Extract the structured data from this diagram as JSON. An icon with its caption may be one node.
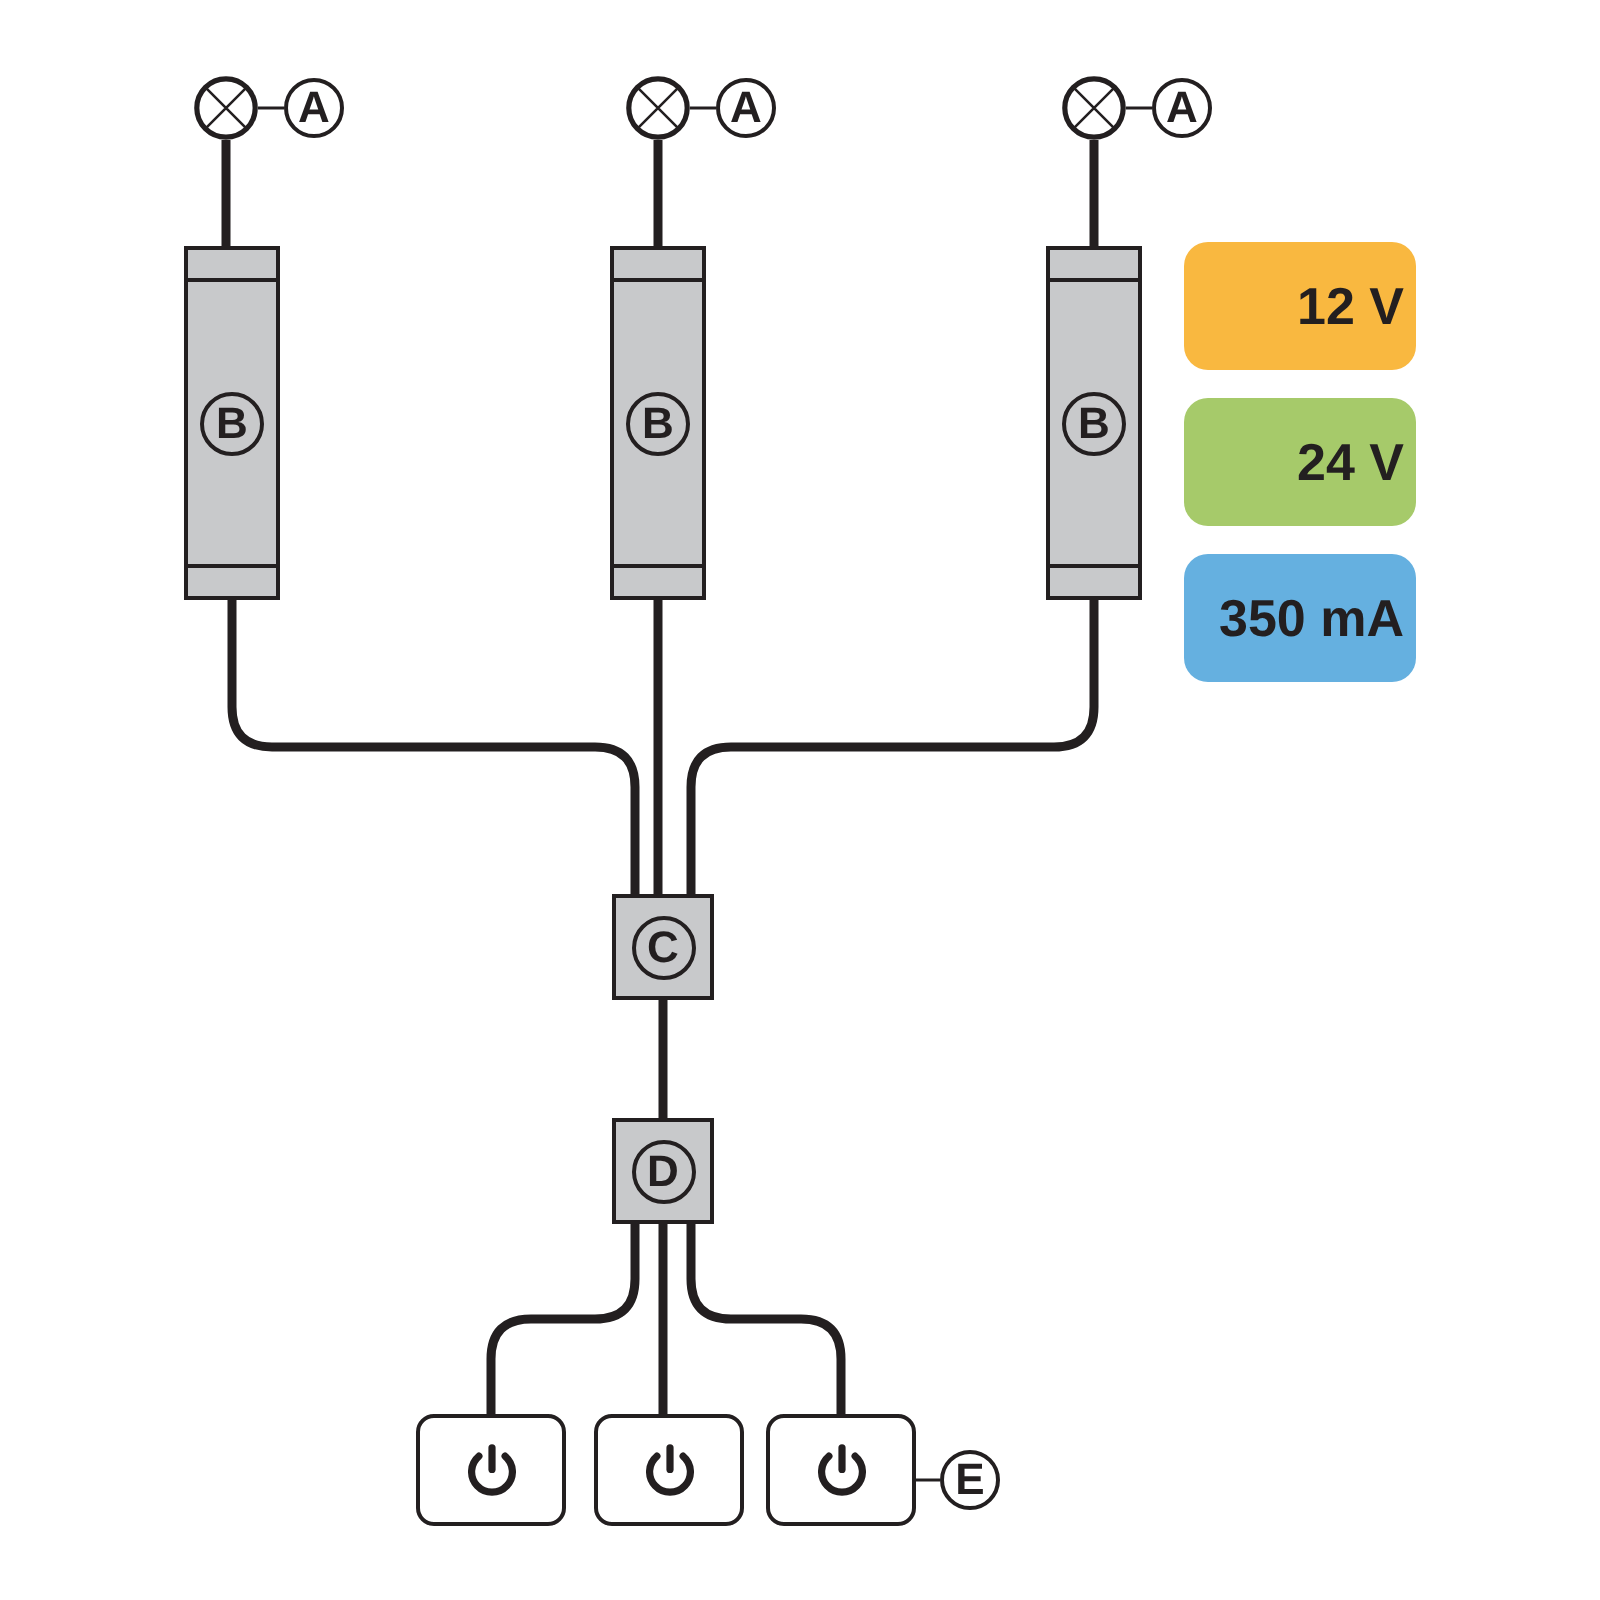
{
  "diagram": {
    "nodes": [
      {
        "text": [],
        "shape": "circle"
      },
      {
        "text": [
          "A"
        ]
      },
      {
        "text": [],
        "shape": "circle"
      },
      {
        "text": [
          "A"
        ]
      },
      {
        "text": [],
        "shape": "circle"
      },
      {
        "text": [
          "A"
        ]
      },
      {
        "text": [
          "B"
        ]
      },
      {
        "text": [
          "B"
        ]
      },
      {
        "text": [
          "B"
        ]
      },
      {
        "text": [
          "12 V"
        ]
      },
      {
        "text": [
          "24 V"
        ]
      },
      {
        "text": [
          "350 mA"
        ]
      },
      {
        "text": [
          "C"
        ]
      },
      {
        "text": [
          "D"
        ]
      },
      {
        "text": [],
        "shape": "box"
      },
      {
        "text": [],
        "shape": "box"
      },
      {
        "text": [],
        "shape": "box"
      },
      {
        "text": [
          "E"
        ]
      }
    ],
    "edges": [
      {
        "from": 1,
        "to": 0,
        "arrow": "none"
      },
      {
        "from": 3,
        "to": 2,
        "arrow": "none"
      },
      {
        "from": 5,
        "to": 4,
        "arrow": "none"
      },
      {
        "from": 0,
        "to": 6,
        "arrow": "none"
      },
      {
        "from": 2,
        "to": 7,
        "arrow": "none"
      },
      {
        "from": 4,
        "to": 8,
        "arrow": "none"
      },
      {
        "from": 6,
        "to": 12,
        "arrow": "none"
      },
      {
        "from": 7,
        "to": 12,
        "arrow": "none"
      },
      {
        "from": 8,
        "to": 12,
        "arrow": "none"
      },
      {
        "from": 12,
        "to": 13,
        "arrow": "none"
      },
      {
        "from": 13,
        "to": 14,
        "arrow": "none"
      },
      {
        "from": 13,
        "to": 15,
        "arrow": "none"
      },
      {
        "from": 13,
        "to": 16,
        "arrow": "none"
      },
      {
        "from": 17,
        "to": 16,
        "arrow": "none"
      }
    ]
  }
}
